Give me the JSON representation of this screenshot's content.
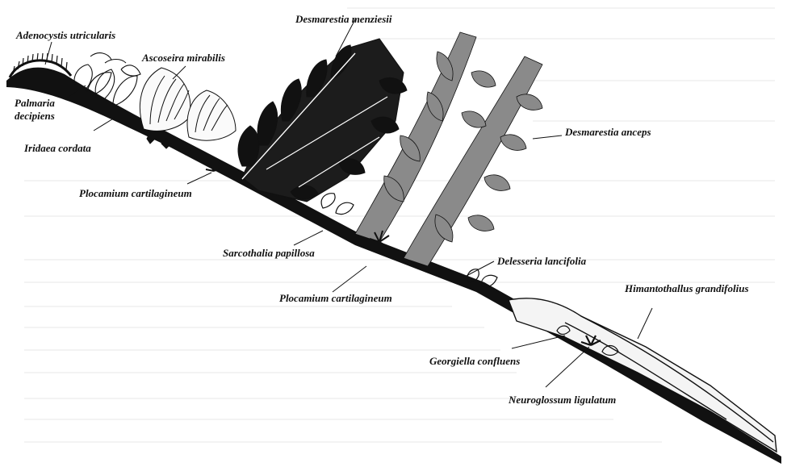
{
  "labels": {
    "adenocystis": "Adenocystis utricularis",
    "palmaria_1": "Palmaria",
    "palmaria_2": "decipiens",
    "iridaea": "Iridaea cordata",
    "ascoseira": "Ascoseira mirabilis",
    "desmarestia_menziesii": "Desmarestia menziesii",
    "desmarestia_anceps": "Desmarestia anceps",
    "plocamium_upper": "Plocamium cartilagineum",
    "sarcothalia": "Sarcothalia papillosa",
    "plocamium_lower": "Plocamium cartilagineum",
    "delesseria": "Delesseria lancifolia",
    "himantothallus": "Himantothallus grandifolius",
    "georgiella": "Georgiella confluens",
    "neuroglossum": "Neuroglossum ligulatum"
  },
  "colors": {
    "ink": "#111111",
    "paper": "#ffffff",
    "bleed_through": "#ececec"
  }
}
